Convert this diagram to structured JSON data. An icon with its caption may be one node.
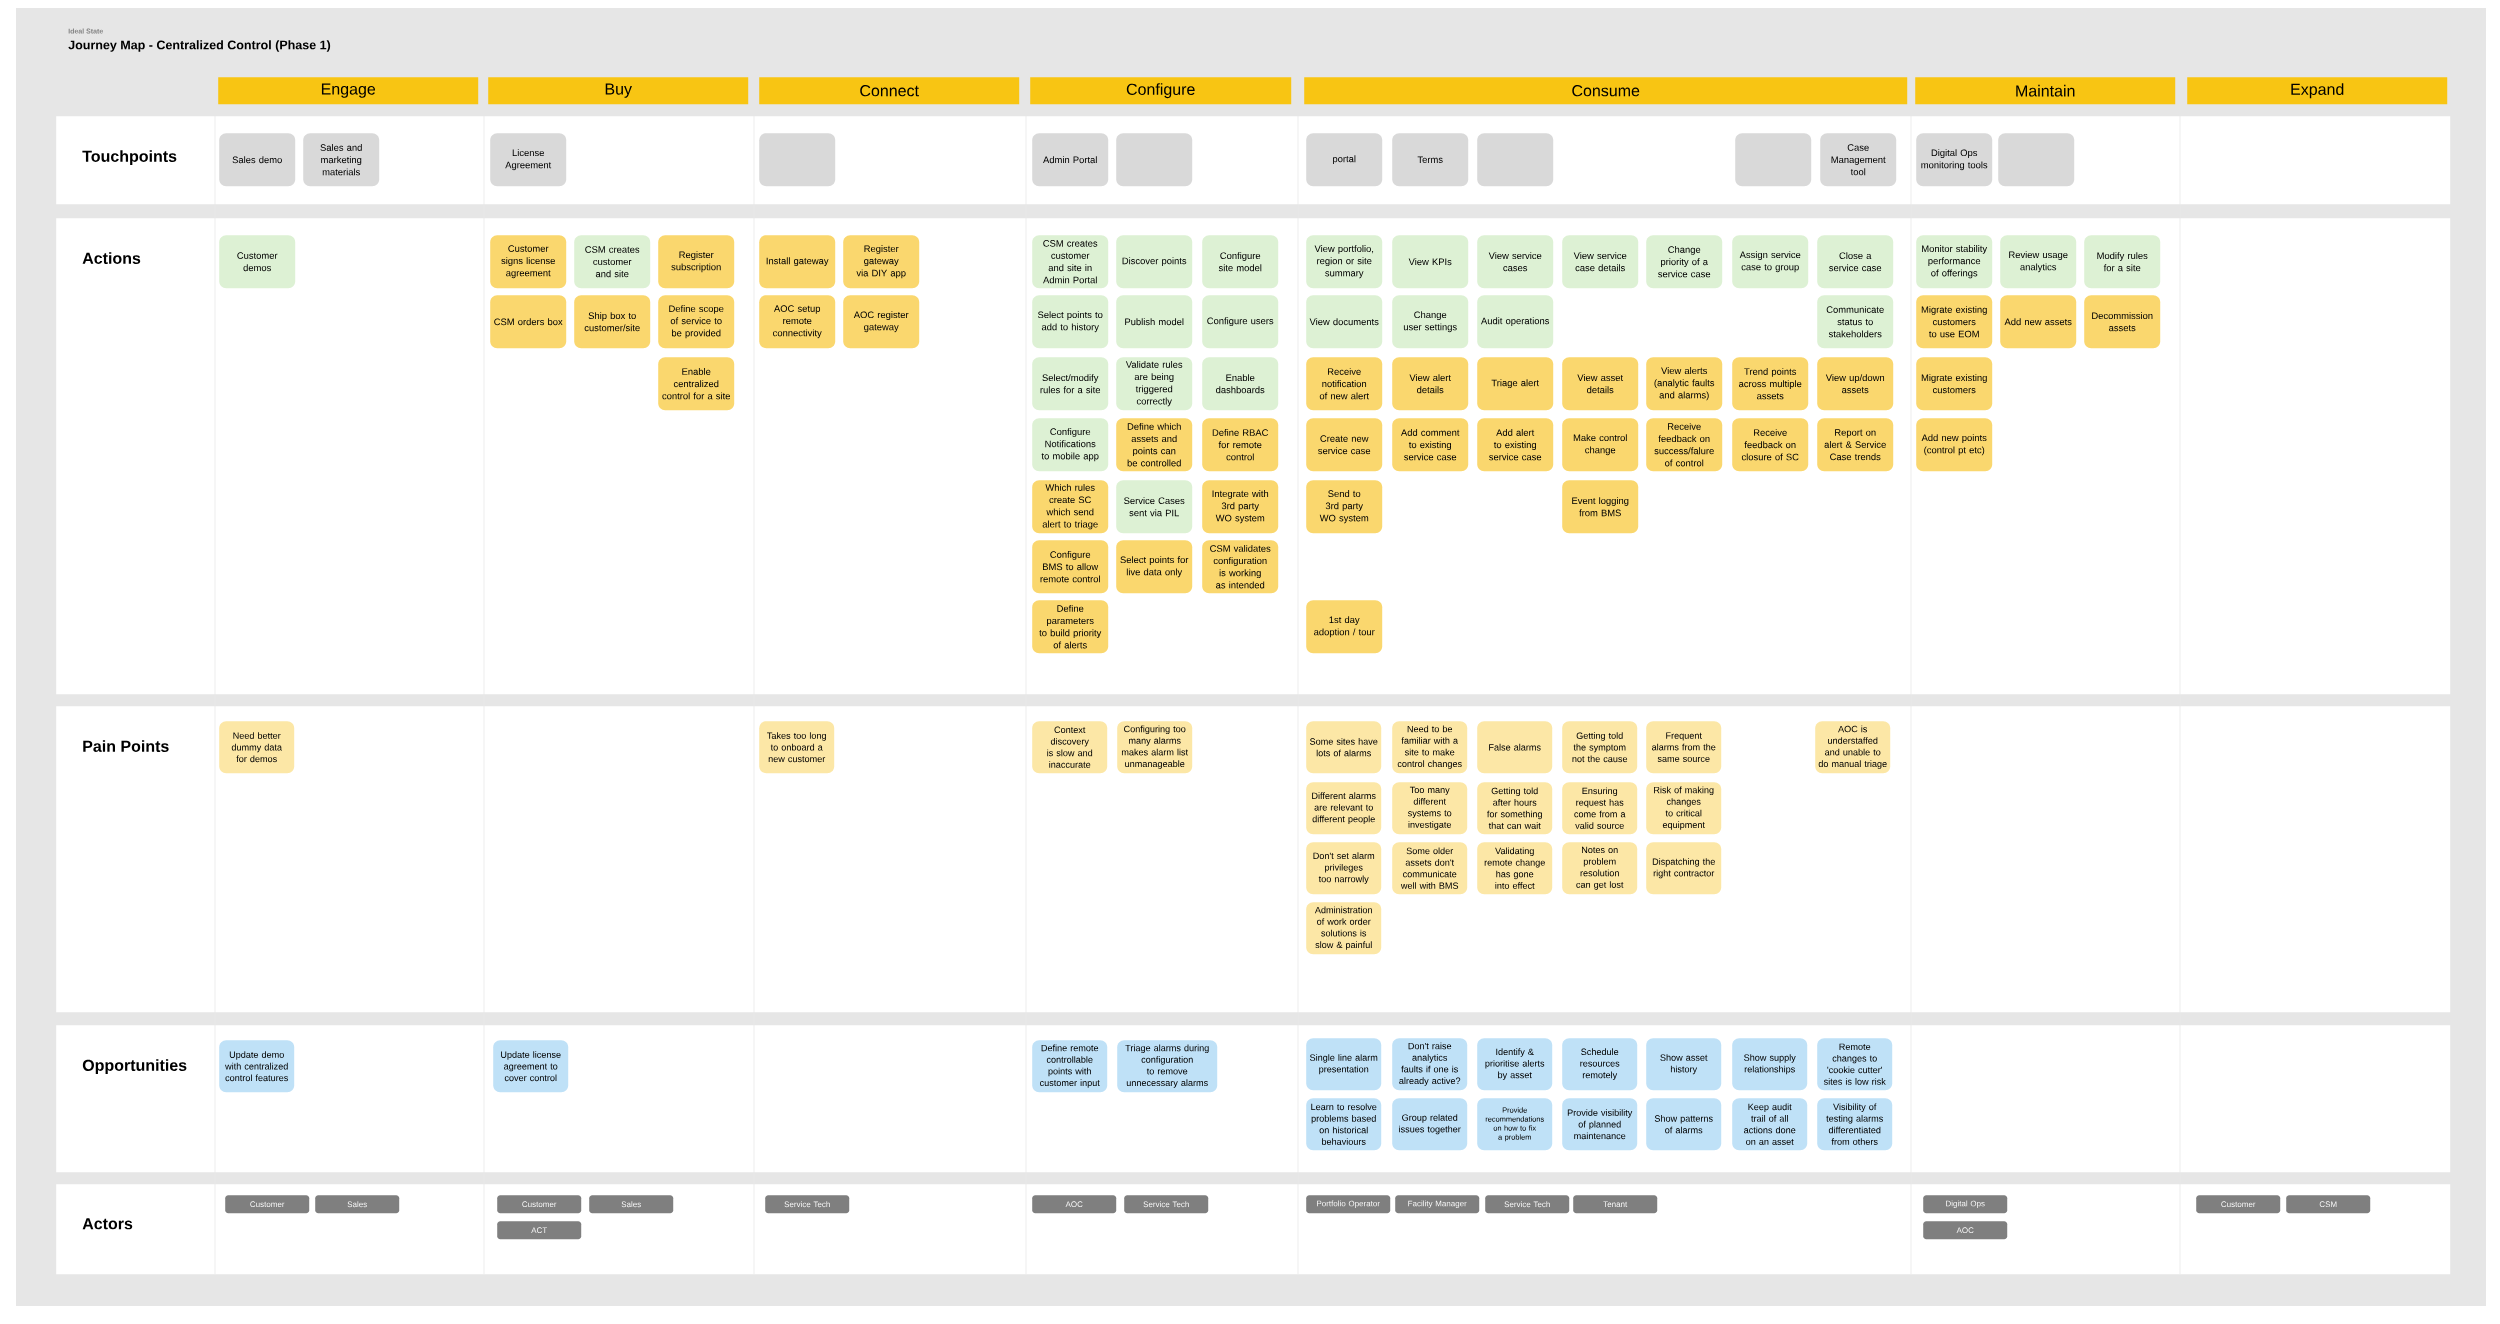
{
  "diagram": {
    "title": "Journey Map - Centralized Control (Phase 1)",
    "labels": [
      "Ideal State"
    ],
    "nodes": [
      {
        "text": [
          "Engage"
        ]
      },
      {
        "text": [
          "Buy"
        ]
      },
      {
        "text": [
          "Connect"
        ]
      },
      {
        "text": [
          "Configure"
        ]
      },
      {
        "text": [
          "Consume"
        ]
      },
      {
        "text": [
          "Maintain"
        ]
      },
      {
        "text": [
          "Expand"
        ]
      },
      {
        "text": [
          "Touchpoints"
        ]
      },
      {
        "text": [
          "Sales demo"
        ],
        "in": 7
      },
      {
        "text": [
          "Sales and marketing materials"
        ],
        "in": 7
      },
      {
        "text": [
          "License Agreement"
        ],
        "in": 7
      },
      {
        "text": [],
        "shape": "box",
        "in": 7
      },
      {
        "text": [
          "Admin Portal"
        ],
        "in": 7
      },
      {
        "text": [],
        "shape": "box",
        "in": 7
      },
      {
        "text": [
          "portal"
        ],
        "in": 7
      },
      {
        "text": [
          "Terms"
        ],
        "in": 7
      },
      {
        "text": [],
        "shape": "box",
        "in": 7
      },
      {
        "text": [],
        "shape": "box",
        "in": 7
      },
      {
        "text": [
          "Case Management tool"
        ],
        "in": 7
      },
      {
        "text": [
          "Digital Ops monitoring tools"
        ],
        "in": 7
      },
      {
        "text": [],
        "shape": "box",
        "in": 7
      },
      {
        "text": [
          "Actions"
        ]
      },
      {
        "text": [
          "Customer demos"
        ],
        "in": 21
      },
      {
        "text": [
          "Customer signs license agreement"
        ],
        "in": 21
      },
      {
        "text": [
          "CSM creates customer and site"
        ],
        "in": 21
      },
      {
        "text": [
          "Register subscription"
        ],
        "in": 21
      },
      {
        "text": [
          "CSM orders box"
        ],
        "in": 21
      },
      {
        "text": [
          "Ship box to customer/site"
        ],
        "in": 21
      },
      {
        "text": [
          "Define scope of service to be provided"
        ],
        "in": 21
      },
      {
        "text": [
          "Enable centralized control for a site"
        ],
        "in": 21
      },
      {
        "text": [
          "Install gateway"
        ],
        "in": 21
      },
      {
        "text": [
          "Register gateway via DIY app"
        ],
        "in": 21
      },
      {
        "text": [
          "AOC setup remote connectivity"
        ],
        "in": 21
      },
      {
        "text": [
          "AOC register gateway"
        ],
        "in": 21
      },
      {
        "text": [
          "CSM creates customer and site in Admin Portal"
        ],
        "in": 21
      },
      {
        "text": [
          "Discover points"
        ],
        "in": 21
      },
      {
        "text": [
          "Configure site model"
        ],
        "in": 21
      },
      {
        "text": [
          "Select points to add to history"
        ],
        "in": 21
      },
      {
        "text": [
          "Publish model"
        ],
        "in": 21
      },
      {
        "text": [
          "Configure users"
        ],
        "in": 21
      },
      {
        "text": [
          "Select/modify rules for a site"
        ],
        "in": 21
      },
      {
        "text": [
          "Validate rules are being triggered correctly"
        ],
        "in": 21
      },
      {
        "text": [
          "Enable dashboards"
        ],
        "in": 21
      },
      {
        "text": [
          "Configure Notifications to mobile app"
        ],
        "in": 21
      },
      {
        "text": [
          "Define which assets and points can be controlled"
        ],
        "in": 21
      },
      {
        "text": [
          "Define RBAC for remote control"
        ],
        "in": 21
      },
      {
        "text": [
          "Which rules create SC which send alert to triage"
        ],
        "in": 21
      },
      {
        "text": [
          "Service Cases sent via PIL"
        ],
        "in": 21
      },
      {
        "text": [
          "Integrate with 3rd party WO system"
        ],
        "in": 21
      },
      {
        "text": [
          "Configure BMS to allow remote control"
        ],
        "in": 21
      },
      {
        "text": [
          "Select points for live data only"
        ],
        "in": 21
      },
      {
        "text": [
          "CSM validates configuration is working as intended"
        ],
        "in": 21
      },
      {
        "text": [
          "Define parameters to build priority of alerts"
        ],
        "in": 21
      },
      {
        "text": [
          "View portfolio, region or site summary"
        ],
        "in": 21
      },
      {
        "text": [
          "View KPIs"
        ],
        "in": 21
      },
      {
        "text": [
          "View service cases"
        ],
        "in": 21
      },
      {
        "text": [
          "View service case details"
        ],
        "in": 21
      },
      {
        "text": [
          "Change priority of a service case"
        ],
        "in": 21
      },
      {
        "text": [
          "Assign service case to group"
        ],
        "in": 21
      },
      {
        "text": [
          "Close a service case"
        ],
        "in": 21
      },
      {
        "text": [
          "View documents"
        ],
        "in": 21
      },
      {
        "text": [
          "Change user settings"
        ],
        "in": 21
      },
      {
        "text": [
          "Audit operations"
        ],
        "in": 21
      },
      {
        "text": [
          "Communicate status to stakeholders"
        ],
        "in": 21
      },
      {
        "text": [
          "Receive notification of new alert"
        ],
        "in": 21
      },
      {
        "text": [
          "View alert details"
        ],
        "in": 21
      },
      {
        "text": [
          "Triage alert"
        ],
        "in": 21
      },
      {
        "text": [
          "View asset details"
        ],
        "in": 21
      },
      {
        "text": [
          "View alerts (analytic faults and alarms)"
        ],
        "in": 21
      },
      {
        "text": [
          "Trend points across multiple assets"
        ],
        "in": 21
      },
      {
        "text": [
          "View up/down assets"
        ],
        "in": 21
      },
      {
        "text": [
          "Create new service case"
        ],
        "in": 21
      },
      {
        "text": [
          "Add comment to existing service case"
        ],
        "in": 21
      },
      {
        "text": [
          "Add alert to existing service case"
        ],
        "in": 21
      },
      {
        "text": [
          "Make control change"
        ],
        "in": 21
      },
      {
        "text": [
          "Receive feedback on success/falure of control"
        ],
        "in": 21
      },
      {
        "text": [
          "Receive feedback on closure of SC"
        ],
        "in": 21
      },
      {
        "text": [
          "Report on alert & Service Case trends"
        ],
        "in": 21
      },
      {
        "text": [
          "Send to 3rd party WO system"
        ],
        "in": 21
      },
      {
        "text": [
          "Event logging from BMS"
        ],
        "in": 21
      },
      {
        "text": [
          "1st day adoption / tour"
        ],
        "in": 21
      },
      {
        "text": [
          "Monitor stability performance of offerings"
        ],
        "in": 21
      },
      {
        "text": [
          "Review usage analytics"
        ],
        "in": 21
      },
      {
        "text": [
          "Modify rules for a site"
        ],
        "in": 21
      },
      {
        "text": [
          "Migrate existing customers to use EOM"
        ],
        "in": 21
      },
      {
        "text": [
          "Add new assets"
        ],
        "in": 21
      },
      {
        "text": [
          "Decommission assets"
        ],
        "in": 21
      },
      {
        "text": [
          "Migrate existing customers"
        ],
        "in": 21
      },
      {
        "text": [
          "Add new points (control pt etc)"
        ],
        "in": 21
      },
      {
        "text": [
          "Pain Points"
        ]
      },
      {
        "text": [
          "Need better dummy data for demos"
        ],
        "in": 89
      },
      {
        "text": [
          "Takes too long to onboard a new customer"
        ],
        "in": 89
      },
      {
        "text": [
          "Context discovery is slow and inaccurate"
        ],
        "in": 89
      },
      {
        "text": [
          "Configuring too many alarms makes alarm list unmanageable"
        ],
        "in": 89
      },
      {
        "text": [
          "Some sites have lots of alarms"
        ],
        "in": 89
      },
      {
        "text": [
          "Need to be familiar with a site to make control changes"
        ],
        "in": 89
      },
      {
        "text": [
          "False alarms"
        ],
        "in": 89
      },
      {
        "text": [
          "Getting told the symptom not the cause"
        ],
        "in": 89
      },
      {
        "text": [
          "Frequent alarms from the same source"
        ],
        "in": 89
      },
      {
        "text": [
          "AOC is understaffed and unable to do manual triage"
        ],
        "in": 89
      },
      {
        "text": [
          "Different alarms are relevant to different people"
        ],
        "in": 89
      },
      {
        "text": [
          "Too many different systems to investigate"
        ],
        "in": 89
      },
      {
        "text": [
          "Getting told after hours for something that can wait"
        ],
        "in": 89
      },
      {
        "text": [
          "Ensuring request has come from a valid source"
        ],
        "in": 89
      },
      {
        "text": [
          "Risk of making changes to critical equipment"
        ],
        "in": 89
      },
      {
        "text": [
          "Don't set alarm privileges too narrowly"
        ],
        "in": 89
      },
      {
        "text": [
          "Some older assets don't communicate well with BMS"
        ],
        "in": 89
      },
      {
        "text": [
          "Validating remote change has gone into effect"
        ],
        "in": 89
      },
      {
        "text": [
          "Notes on problem resolution can get lost"
        ],
        "in": 89
      },
      {
        "text": [
          "Dispatching the right contractor"
        ],
        "in": 89
      },
      {
        "text": [
          "Administration of work order solutions is slow & painful"
        ],
        "in": 89
      },
      {
        "text": [
          "Opportunities"
        ]
      },
      {
        "text": [
          "Update demo with centralized control features"
        ],
        "in": 111
      },
      {
        "text": [
          "Update license agreement to cover control"
        ],
        "in": 111
      },
      {
        "text": [
          "Define remote controllable points with customer input"
        ],
        "in": 111
      },
      {
        "text": [
          "Triage alarms during configuration to remove unnecessary alarms"
        ],
        "in": 111
      },
      {
        "text": [
          "Single line alarm presentation"
        ],
        "in": 111
      },
      {
        "text": [
          "Don't raise analytics faults if one is already active?"
        ],
        "in": 111
      },
      {
        "text": [
          "Identify & prioritise alerts by asset"
        ],
        "in": 111
      },
      {
        "text": [
          "Schedule resources remotely"
        ],
        "in": 111
      },
      {
        "text": [
          "Show asset history"
        ],
        "in": 111
      },
      {
        "text": [
          "Show supply relationships"
        ],
        "in": 111
      },
      {
        "text": [
          "Remote changes to 'cookie cutter' sites is low risk"
        ],
        "in": 111
      },
      {
        "text": [
          "Learn to resolve problems based on historical behaviours"
        ],
        "in": 111
      },
      {
        "text": [
          "Group related issues together"
        ],
        "in": 111
      },
      {
        "text": [
          "Provide recommendations on how to fix a problem"
        ],
        "in": 111
      },
      {
        "text": [
          "Provide visibility of planned maintenance"
        ],
        "in": 111
      },
      {
        "text": [
          "Show patterns of alarms"
        ],
        "in": 111
      },
      {
        "text": [
          "Keep audit trail of all actions done on an asset"
        ],
        "in": 111
      },
      {
        "text": [
          "Visibility of testing alarms differentiated from others"
        ],
        "in": 111
      },
      {
        "text": [
          "Actors"
        ]
      },
      {
        "text": [
          "Customer"
        ],
        "in": 130
      },
      {
        "text": [
          "Sales"
        ],
        "in": 130
      },
      {
        "text": [
          "Customer"
        ],
        "in": 130
      },
      {
        "text": [
          "Sales"
        ],
        "in": 130
      },
      {
        "text": [
          "ACT"
        ],
        "in": 130
      },
      {
        "text": [
          "Service Tech"
        ],
        "in": 130
      },
      {
        "text": [
          "AOC"
        ],
        "in": 130
      },
      {
        "text": [
          "Service Tech"
        ],
        "in": 130
      },
      {
        "text": [
          "Portfolio Operator"
        ],
        "in": 130
      },
      {
        "text": [
          "Facility Manager"
        ],
        "in": 130
      },
      {
        "text": [
          "Service Tech"
        ],
        "in": 130
      },
      {
        "text": [
          "Tenant"
        ],
        "in": 130
      },
      {
        "text": [
          "Digital Ops"
        ],
        "in": 130
      },
      {
        "text": [
          "AOC"
        ],
        "in": 130
      },
      {
        "text": [
          "Customer"
        ],
        "in": 130
      },
      {
        "text": [
          "CSM"
        ],
        "in": 130
      }
    ]
  }
}
